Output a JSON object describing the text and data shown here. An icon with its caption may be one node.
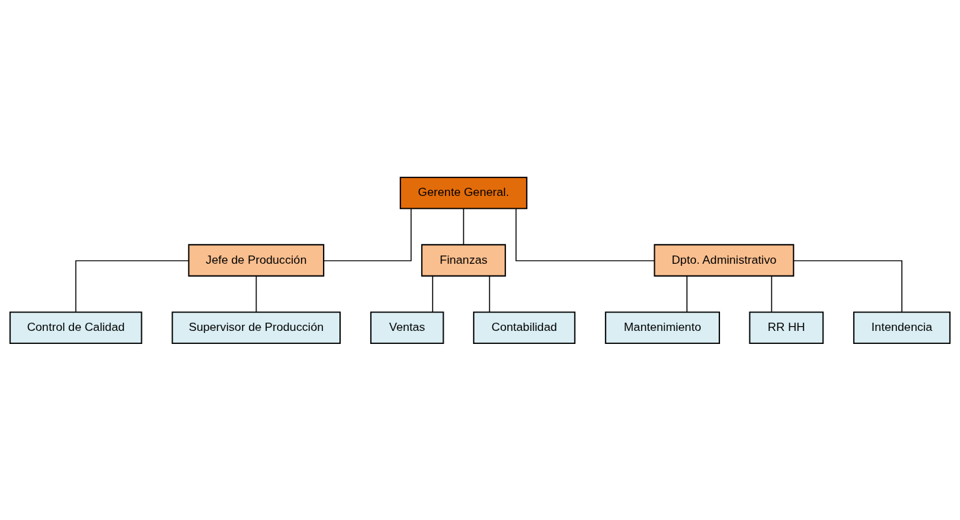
{
  "diagram": {
    "nodes": [
      {
        "text": [
          "Gerente General."
        ]
      },
      {
        "text": [
          "Jefe de Producción"
        ]
      },
      {
        "text": [
          "Finanzas"
        ]
      },
      {
        "text": [
          "Dpto. Administrativo"
        ]
      },
      {
        "text": [
          "Control de Calidad"
        ]
      },
      {
        "text": [
          "Supervisor de Producción"
        ]
      },
      {
        "text": [
          "Ventas"
        ]
      },
      {
        "text": [
          "Contabilidad"
        ]
      },
      {
        "text": [
          "Mantenimiento"
        ]
      },
      {
        "text": [
          "RR HH"
        ]
      },
      {
        "text": [
          "Intendencia"
        ]
      }
    ],
    "edges": [
      {
        "from": 0,
        "to": 1,
        "arrow": "none"
      },
      {
        "from": 0,
        "to": 2,
        "arrow": "none"
      },
      {
        "from": 0,
        "to": 3,
        "arrow": "none"
      },
      {
        "from": 1,
        "to": 4,
        "arrow": "none"
      },
      {
        "from": 1,
        "to": 5,
        "arrow": "none"
      },
      {
        "from": 2,
        "to": 6,
        "arrow": "none"
      },
      {
        "from": 2,
        "to": 7,
        "arrow": "none"
      },
      {
        "from": 3,
        "to": 10,
        "arrow": "none"
      },
      {
        "from": 3,
        "to": 9,
        "arrow": "none"
      },
      {
        "from": 3,
        "to": 8,
        "arrow": "none"
      }
    ]
  }
}
